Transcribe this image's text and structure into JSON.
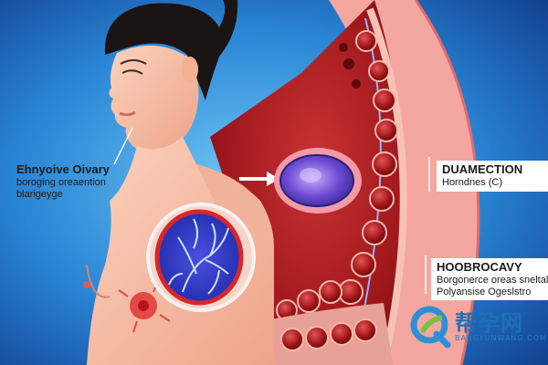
{
  "labels": {
    "left": {
      "title": "Ehnyoive Oivary",
      "line1": "boroging oreaention",
      "line2": "blarigeyge"
    },
    "right_top": {
      "title": "DUAMECTION",
      "line1": "Horndnes (C)"
    },
    "right_bottom": {
      "title": "HOOBROCAVY",
      "line1": "Borgonerce oreas sneltal",
      "line2": "Polyansise Ogeslstro"
    }
  },
  "watermark": {
    "name": "帮孕网",
    "sub": "BANGYUNWANG.COM",
    "icon": "q-logo-icon"
  },
  "colors": {
    "background": "#1d6fc4",
    "skin": "#f7bfa5",
    "tissue": "#b41e22",
    "follicle": "#7f5bd6",
    "accent": "#1f6fb5"
  }
}
